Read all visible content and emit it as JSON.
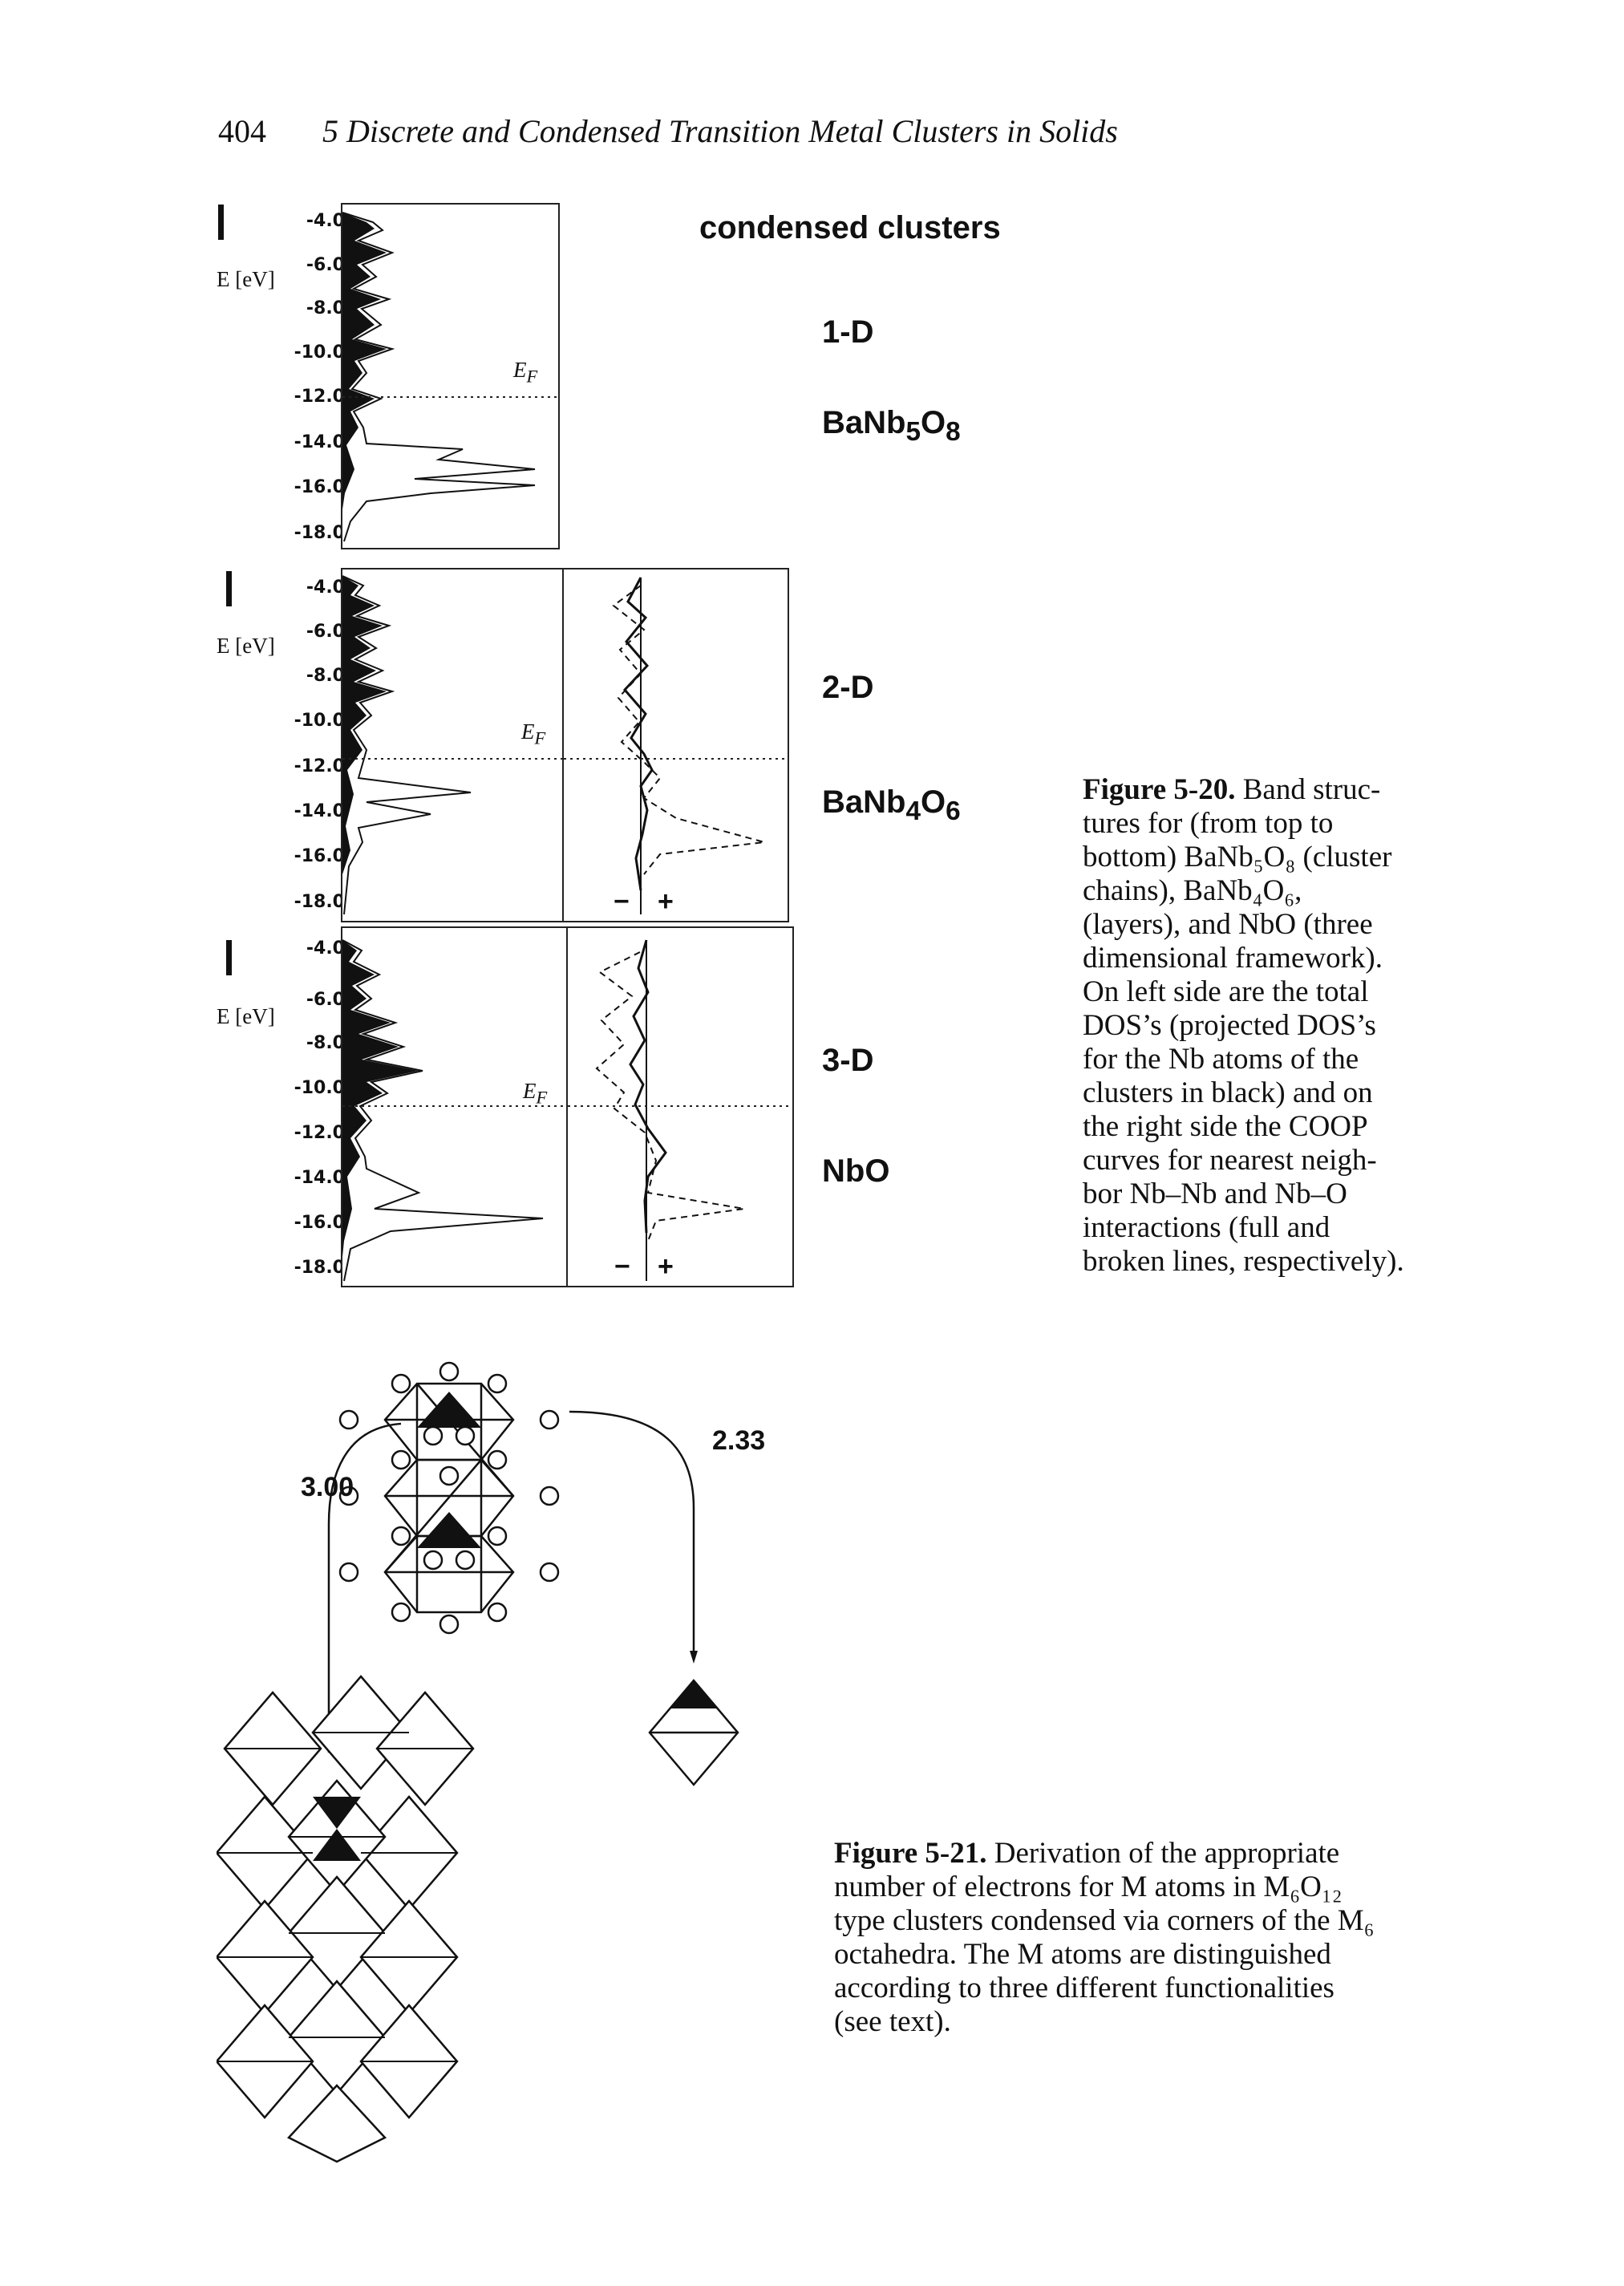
{
  "header": {
    "page_number": "404",
    "title": "5 Discrete and Condensed Transition Metal Clusters in Solids"
  },
  "figure_5_20": {
    "heading": "condensed clusters",
    "y_axis_label": "E [eV]",
    "y_ticks": [
      "-4.0",
      "-6.0",
      "-8.0",
      "-10.0",
      "-12.0",
      "-14.0",
      "-16.0",
      "-18.0"
    ],
    "fermi_label": "E",
    "fermi_sub": "F",
    "coop_signs": {
      "minus": "−",
      "plus": "+"
    },
    "rows": [
      {
        "dimension": "1-D",
        "formula": "BaNb",
        "sub1": "5",
        "mid": "O",
        "sub2": "8"
      },
      {
        "dimension": "2-D",
        "formula": "BaNb",
        "sub1": "4",
        "mid": "O",
        "sub2": "6"
      },
      {
        "dimension": "3-D",
        "formula": "NbO",
        "sub1": "",
        "mid": "",
        "sub2": ""
      }
    ],
    "caption": {
      "label": "Figure 5-20.",
      "lines": [
        "Band struc-",
        "tures for (from top to",
        "bottom) BaNb₅O₈ (cluster",
        "chains), BaNb₄O₆,",
        "(layers), and NbO (three",
        "dimensional framework).",
        "On left side are the total",
        "DOS’s (projected DOS’s",
        "for the Nb atoms of the",
        "clusters in black) and on",
        "the right side the COOP",
        "curves for nearest neigh-",
        "bor Nb–Nb and Nb–O",
        "interactions (full and",
        "broken lines, respectively)."
      ]
    }
  },
  "figure_5_21": {
    "distance_left": "3.00",
    "distance_right": "2.33",
    "caption": {
      "label": "Figure 5-21.",
      "lines": [
        "Derivation of the appropriate",
        "number of electrons for M atoms in M₆O₁₂",
        "type clusters condensed via corners of the M₆",
        "octahedra. The M atoms are distinguished",
        "according to three different functionalities",
        "(see text)."
      ]
    }
  }
}
